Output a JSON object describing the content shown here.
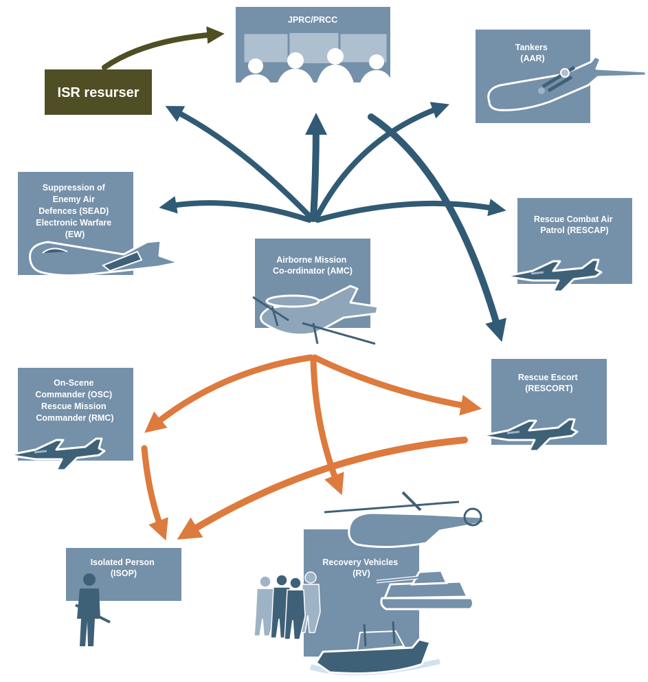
{
  "colors": {
    "box": "#7590a9",
    "box_light": "#aebfcf",
    "blue_arrow": "#315a74",
    "orange_arrow": "#dd7a3d",
    "isr_box": "#4f4e24",
    "silhouette": "#3f6177",
    "silhouette_light": "#9eb3c6",
    "aircraft_fill": "#8ea5ba"
  },
  "nodes": {
    "isr": {
      "lines": [
        "ISR resurser"
      ]
    },
    "jprc": {
      "lines": [
        "JPRC/PRCC"
      ]
    },
    "tankers": {
      "lines": [
        "Tankers",
        "(AAR)"
      ]
    },
    "sead": {
      "lines": [
        "Suppression of",
        "Enemy Air",
        "Defences (SEAD)",
        "Electronic Warfare",
        "(EW)"
      ]
    },
    "amc": {
      "lines": [
        "Airborne Mission",
        "Co-ordinator (AMC)"
      ]
    },
    "rescap": {
      "lines": [
        "Rescue Combat Air",
        "Patrol (RESCAP)"
      ]
    },
    "osc": {
      "lines": [
        "On-Scene",
        "Commander (OSC)",
        "Rescue Mission",
        "Commander (RMC)"
      ]
    },
    "rescort": {
      "lines": [
        "Rescue Escort",
        "(RESCORT)"
      ]
    },
    "isop": {
      "lines": [
        "Isolated Person",
        "(ISOP)"
      ]
    },
    "rv": {
      "lines": [
        "Recovery Vehicles",
        "(RV)"
      ]
    }
  },
  "icons": {
    "jprc": "operators-silhouette-icon",
    "tankers": "tanker-aircraft-icon",
    "sead": "ew-jet-icon",
    "amc": "awacs-aircraft-icon",
    "rescap": "fighter-jet-icon",
    "osc": "fighter-jet-icon",
    "rescort": "fighter-jet-icon",
    "isop": "soldier-icon",
    "rv_helicopter": "helicopter-icon",
    "rv_tank": "tank-icon",
    "rv_boat": "boat-icon",
    "rv_soldiers": "soldiers-group-icon"
  }
}
